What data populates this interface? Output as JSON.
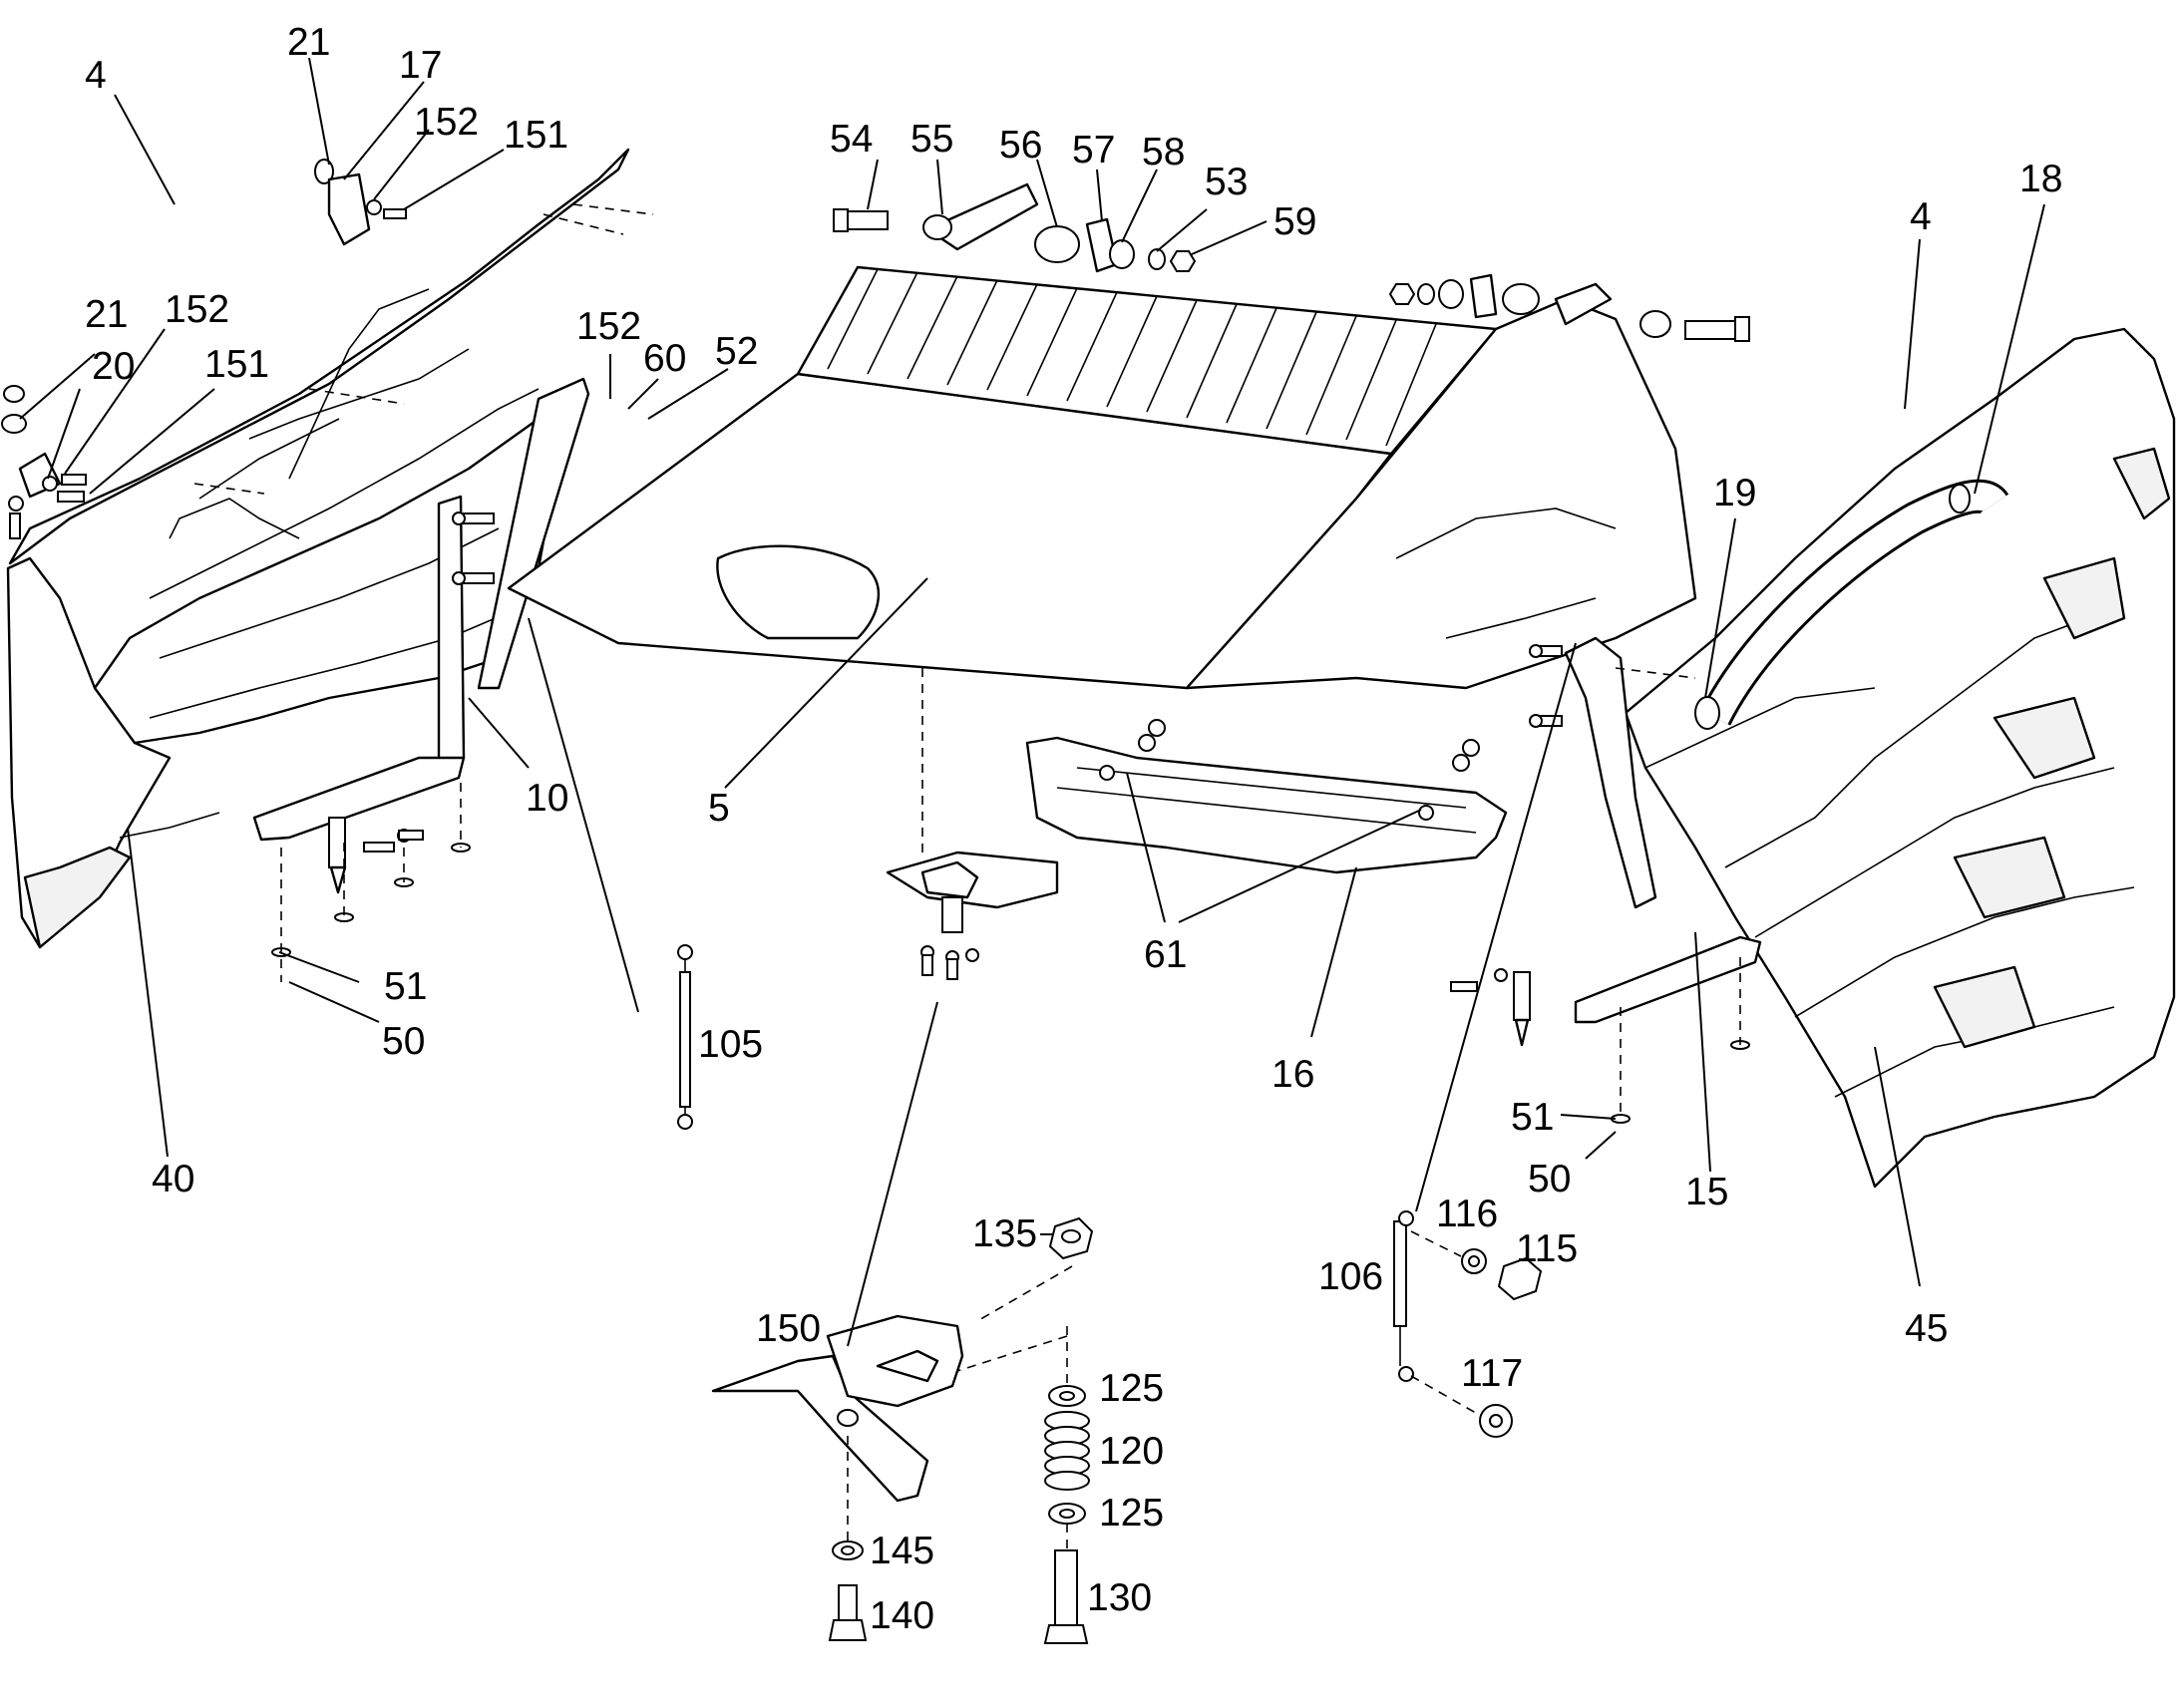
{
  "callouts": [
    {
      "label": "21",
      "part": "hose-clamp"
    },
    {
      "label": "17",
      "part": "hose-bracket"
    },
    {
      "label": "152",
      "part": "washer"
    },
    {
      "label": "151",
      "part": "screw"
    },
    {
      "label": "4",
      "part": "hose"
    },
    {
      "label": "21",
      "part": "hose-clamp"
    },
    {
      "label": "152",
      "part": "washer"
    },
    {
      "label": "20",
      "part": "bracket"
    },
    {
      "label": "151",
      "part": "screw"
    },
    {
      "label": "152",
      "part": "washer"
    },
    {
      "label": "60",
      "part": "washer"
    },
    {
      "label": "52",
      "part": "bolt"
    },
    {
      "label": "54",
      "part": "bolt"
    },
    {
      "label": "55",
      "part": "bushing"
    },
    {
      "label": "56",
      "part": "bushing"
    },
    {
      "label": "57",
      "part": "plate"
    },
    {
      "label": "58",
      "part": "washer"
    },
    {
      "label": "53",
      "part": "washer"
    },
    {
      "label": "59",
      "part": "nut"
    },
    {
      "label": "4",
      "part": "hose"
    },
    {
      "label": "18",
      "part": "hose-clamp"
    },
    {
      "label": "19",
      "part": "hose-clamp"
    },
    {
      "label": "10",
      "part": "bracket"
    },
    {
      "label": "5",
      "part": "hood"
    },
    {
      "label": "61",
      "part": "washer-nut"
    },
    {
      "label": "51",
      "part": "washer"
    },
    {
      "label": "50",
      "part": "pin"
    },
    {
      "label": "105",
      "part": "gas-strut"
    },
    {
      "label": "40",
      "part": "left-side-panel"
    },
    {
      "label": "16",
      "part": "lower-panel"
    },
    {
      "label": "51",
      "part": "washer"
    },
    {
      "label": "50",
      "part": "pin"
    },
    {
      "label": "15",
      "part": "bracket"
    },
    {
      "label": "45",
      "part": "right-side-panel"
    },
    {
      "label": "135",
      "part": "nut"
    },
    {
      "label": "116",
      "part": "washer"
    },
    {
      "label": "115",
      "part": "nut"
    },
    {
      "label": "106",
      "part": "gas-strut"
    },
    {
      "label": "150",
      "part": "latch-bracket"
    },
    {
      "label": "125",
      "part": "washer"
    },
    {
      "label": "120",
      "part": "spring"
    },
    {
      "label": "125",
      "part": "washer"
    },
    {
      "label": "117",
      "part": "washer"
    },
    {
      "label": "145",
      "part": "washer"
    },
    {
      "label": "140",
      "part": "bolt"
    },
    {
      "label": "130",
      "part": "bolt"
    }
  ]
}
